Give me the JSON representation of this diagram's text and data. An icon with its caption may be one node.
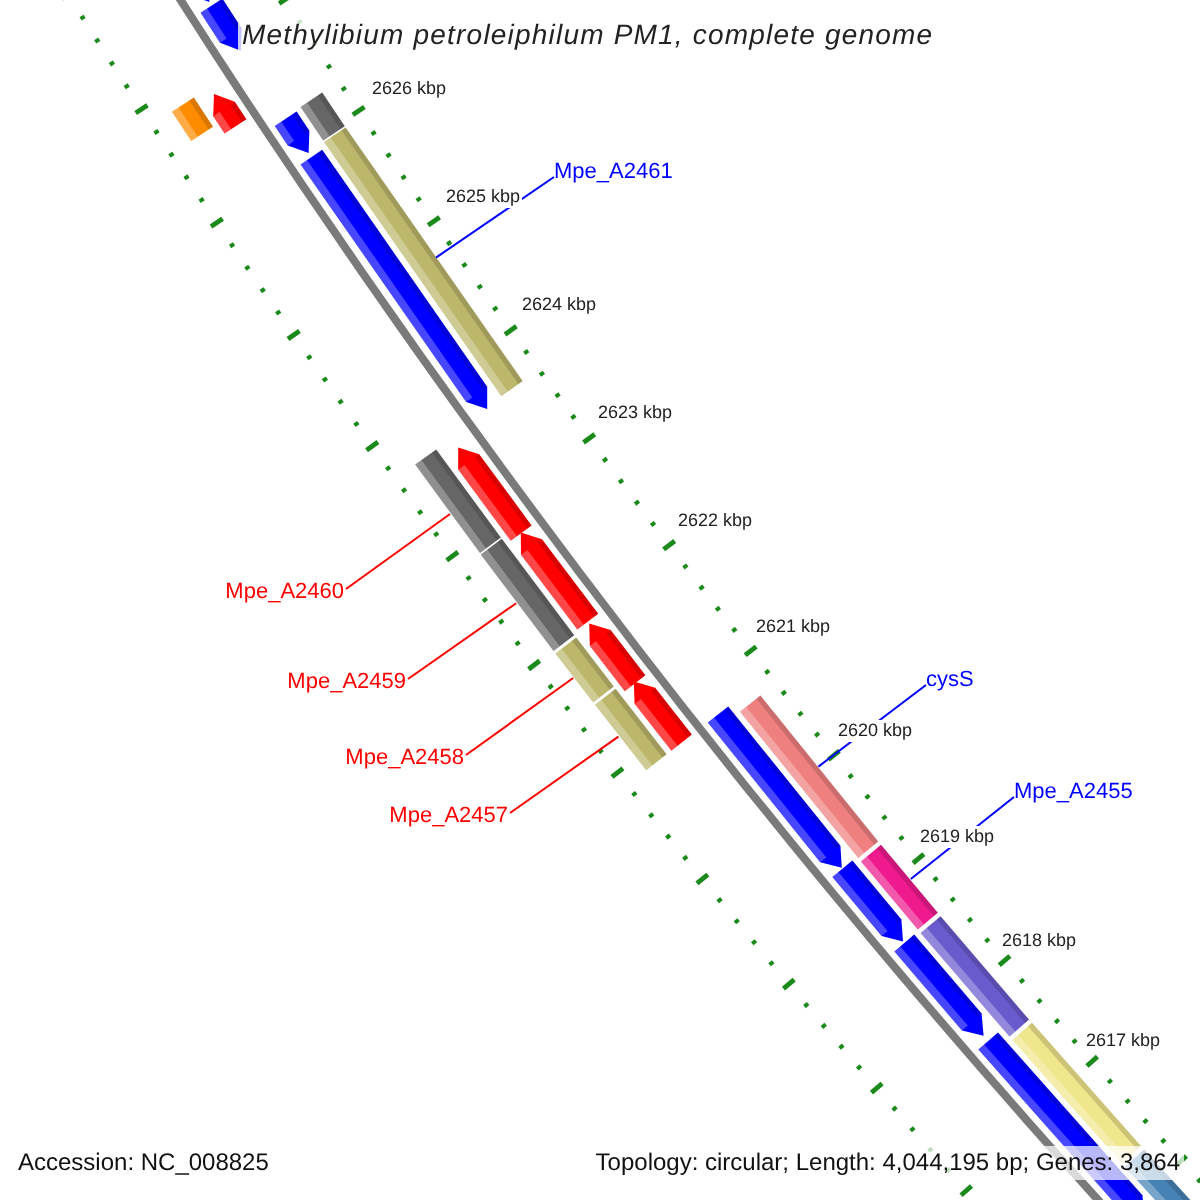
{
  "diagram": {
    "title": "Methylibium petroleiphilum PM1, complete genome",
    "nodes": [
      {
        "text": [
          "Mpe_A2461"
        ]
      },
      {
        "text": [
          "cysS"
        ]
      },
      {
        "text": [
          "Mpe_A2455"
        ]
      },
      {
        "text": [
          "Mpe_A2460"
        ]
      },
      {
        "text": [
          "Mpe_A2459"
        ]
      },
      {
        "text": [
          "Mpe_A2458"
        ]
      },
      {
        "text": [
          "Mpe_A2457"
        ]
      },
      {
        "text": [],
        "shape": "box"
      },
      {
        "text": [],
        "shape": "box"
      },
      {
        "text": [],
        "shape": "box"
      },
      {
        "text": [],
        "shape": "box"
      },
      {
        "text": [],
        "shape": "box"
      },
      {
        "text": [],
        "shape": "box"
      },
      {
        "text": [],
        "shape": "box"
      }
    ],
    "edges": [
      {
        "from": 0,
        "to": 7,
        "arrow": "none",
        "color": "#0000ff"
      },
      {
        "from": 1,
        "to": 11,
        "arrow": "none",
        "color": "#0000ff"
      },
      {
        "from": 2,
        "to": 13,
        "arrow": "none",
        "color": "#0000ff"
      },
      {
        "from": 3,
        "to": 8,
        "arrow": "none"
      },
      {
        "from": 4,
        "to": 9,
        "arrow": "none"
      },
      {
        "from": 5,
        "to": 10,
        "arrow": "none"
      },
      {
        "from": 6,
        "to": 12,
        "arrow": "none"
      }
    ],
    "labels": [
      "2626 kbp",
      "2625 kbp",
      "2624 kbp",
      "2623 kbp",
      "2622 kbp",
      "2621 kbp",
      "2620 kbp",
      "2619 kbp",
      "2618 kbp",
      "2617 kbp",
      "Accession: NC_008825",
      "Topology: circular; Length: 4,044,195 bp; Genes: 3,864"
    ]
  }
}
